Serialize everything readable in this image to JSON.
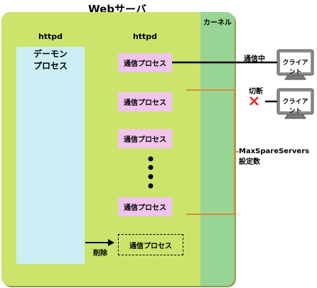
{
  "diagram": {
    "title": "Webサーバ",
    "kernel_label": "カーネル",
    "httpd_left": "httpd",
    "httpd_right": "httpd",
    "daemon_label_line1": "デーモン",
    "daemon_label_line2": "プロセス",
    "processes": [
      "通信プロセス",
      "通信プロセス",
      "通信プロセス",
      "通信プロセス"
    ],
    "removed_process": "通信プロセス",
    "delete_label": "削除",
    "communicating_label": "通信中",
    "disconnect_label": "切断",
    "client_label_1": "クライアント",
    "client_label_2": "クライアント",
    "bracket_label_line1": "MaxSpareServers",
    "bracket_label_line2": "設定数"
  },
  "colors": {
    "server_bg": "#cde46c",
    "kernel_bg": "#98d494",
    "daemon_bg": "#cdeef5",
    "process_bg": "#f0c4eb",
    "bracket": "#d98b3a",
    "cross": "#e8231b"
  }
}
